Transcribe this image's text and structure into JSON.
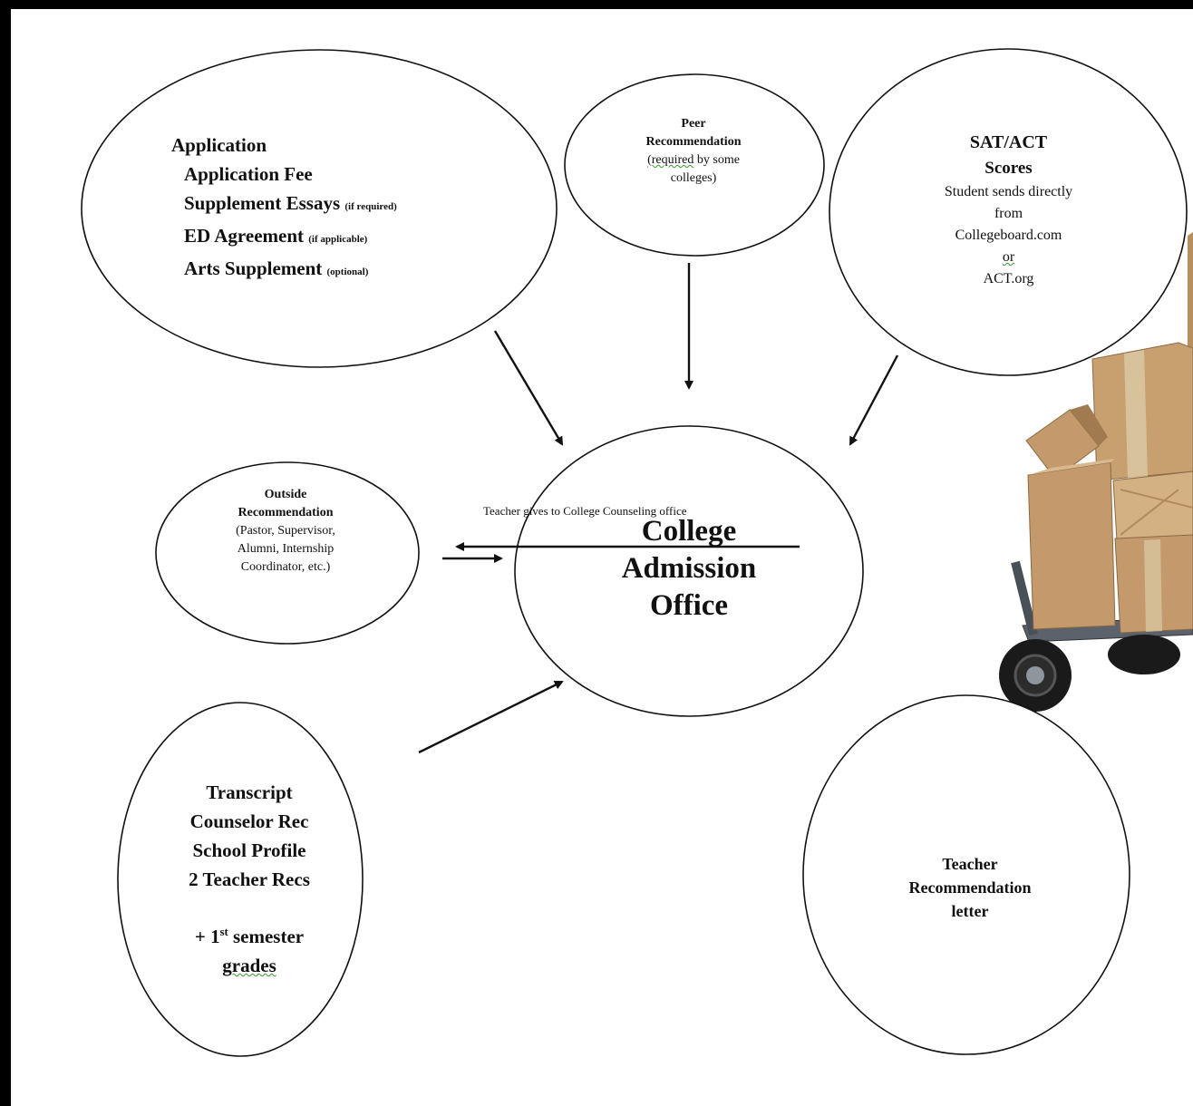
{
  "application": {
    "title": "Application",
    "items": [
      {
        "main": "Application Fee",
        "note": ""
      },
      {
        "main": "Supplement Essays",
        "note": "(if required)"
      },
      {
        "main": "ED Agreement",
        "note": "(if applicable)"
      },
      {
        "main": "Arts Supplement",
        "note": "(optional)"
      }
    ]
  },
  "peer": {
    "line1": "Peer",
    "line2": "Recommendation",
    "line3a": "(required",
    "line3b": " by some",
    "line4": "colleges)"
  },
  "scores": {
    "line1": "SAT/ACT",
    "line2": "Scores",
    "line3": "Student sends directly",
    "line4": "from",
    "line5": "Collegeboard.com",
    "line6": "or",
    "line7": "ACT.org"
  },
  "outside": {
    "line1": "Outside",
    "line2": "Recommendation",
    "line3": "(Pastor, Supervisor,",
    "line4": "Alumni, Internship",
    "line5": "Coordinator, etc.)"
  },
  "center": {
    "line1": "College",
    "line2": "Admission",
    "line3": "Office"
  },
  "transcript": {
    "line1": "Transcript",
    "line2": "Counselor Rec",
    "line3": "School Profile",
    "line4": "2 Teacher Recs",
    "line5a": "+ 1",
    "line5sup": "st",
    "line5b": " semester",
    "line6": "grades"
  },
  "teacher": {
    "line1": "Teacher",
    "line2": "Recommendation",
    "line3": "letter"
  },
  "edge_label": "Teacher gives to College Counseling office",
  "colors": {
    "box": "#c49a6c",
    "box_dark": "#a27a4f",
    "tape": "#d8c8a8",
    "cart": "#555c66",
    "tire": "#1a1a1a"
  }
}
